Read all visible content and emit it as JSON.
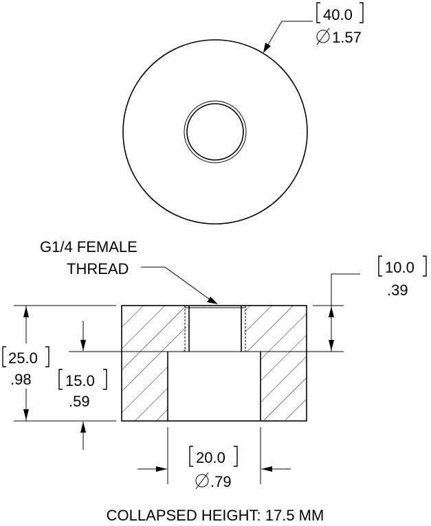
{
  "top_view": {
    "od_metric": "40.0",
    "od_imperial": "1.57",
    "diameter_symbol": "Ø"
  },
  "thread_note": {
    "line1": "G1/4 FEMALE",
    "line2": "THREAD"
  },
  "dimensions": {
    "thread_depth_metric": "10.0",
    "thread_depth_imperial": ".39",
    "overall_height_metric": "25.0",
    "overall_height_imperial": ".98",
    "bore_depth_metric": "15.0",
    "bore_depth_imperial": ".59",
    "bore_diameter_metric": "20.0",
    "bore_diameter_imperial": ".79",
    "diameter_symbol": "Ø"
  },
  "footer": {
    "collapsed_height": "COLLAPSED HEIGHT: 17.5 MM"
  }
}
